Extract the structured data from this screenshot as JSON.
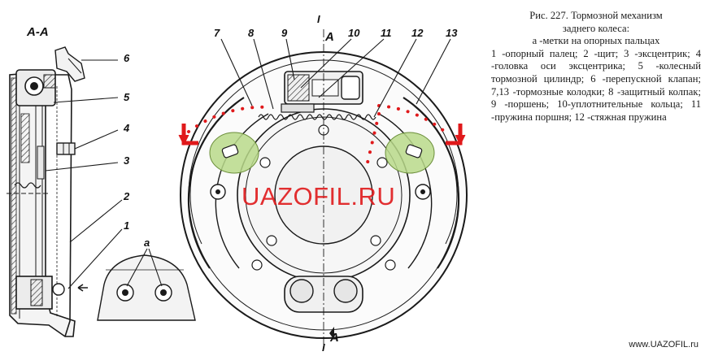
{
  "caption": {
    "title": "Рис. 227. Тормозной механизм",
    "subtitle": "заднего колеса:",
    "marks_note": "а -метки на опорных пальцах",
    "legend": "1 -опорный палец; 2 -щит; 3 -эксцентрик; 4 -головка оси эксцентрика; 5 -колесный тормозной цилиндр; 6 -перепускной клапан; 7,13 -тормозные колодки; 8 -защитный колпак; 9 -поршень; 10-уплотнительные кольца; 11 -пружина поршня; 12 -стяжная пружина"
  },
  "section_label": "A-A",
  "section_marks": {
    "top": "A",
    "bottom": "A",
    "top_tick": "I",
    "bottom_tick": "I"
  },
  "callouts_left": [
    "6",
    "5",
    "4",
    "3",
    "2",
    "1"
  ],
  "callouts_top": [
    "7",
    "8",
    "9",
    "10",
    "11",
    "12",
    "13"
  ],
  "inset_label": "a",
  "watermark": "UAZOFIL.RU",
  "footer_url": "www.UAZOFIL.ru",
  "colors": {
    "ink": "#1a1a1a",
    "highlight_red": "#e0191b",
    "highlight_green": "#b8d98a"
  }
}
